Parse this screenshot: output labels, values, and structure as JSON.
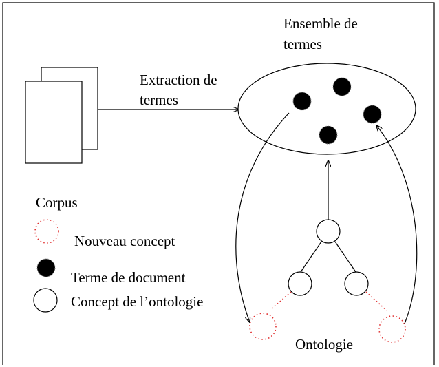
{
  "diagram": {
    "labels": {
      "term_set": [
        "Ensemble de",
        "termes"
      ],
      "extraction": [
        "Extraction de",
        "termes"
      ],
      "corpus": "Corpus",
      "ontology": "Ontologie"
    },
    "legend": {
      "new_concept": "Nouveau concept",
      "document_term": "Terme de document",
      "ontology_concept": "Concept de l’ontologie"
    },
    "colors": {
      "new_concept_stroke": "#e03030",
      "document_term_fill": "#000000",
      "ontology_concept_stroke": "#000000"
    }
  }
}
